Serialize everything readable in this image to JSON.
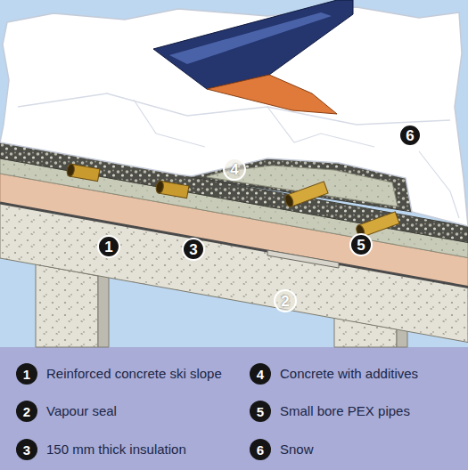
{
  "diagram": {
    "labels": [
      "6",
      "4",
      "1",
      "3",
      "5",
      "2",
      "1",
      "2",
      "3",
      "4",
      "5",
      "6"
    ],
    "legend": [
      {
        "text": "Reinforced concrete ski slope"
      },
      {
        "text": "Vapour seal"
      },
      {
        "text": "150 mm thick insulation"
      },
      {
        "text": "Concrete with additives"
      },
      {
        "text": "Small bore PEX pipes"
      },
      {
        "text": "Snow"
      }
    ]
  }
}
